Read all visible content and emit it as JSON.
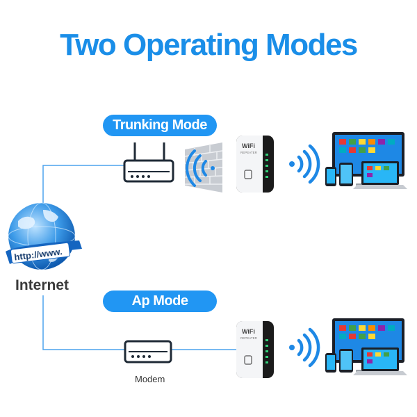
{
  "title": "Two Operating Modes",
  "modes": {
    "trunking": {
      "label": "Trunking Mode"
    },
    "ap": {
      "label": "Ap Mode"
    }
  },
  "internet": {
    "label": "Internet",
    "banner": "http://www."
  },
  "modem": {
    "label": "Modem"
  },
  "repeater": {
    "brand": "WiFi",
    "sub": "REPEATER"
  },
  "colors": {
    "accent": "#2196f3",
    "title": "#1a8ee8",
    "line": "#4da3ee",
    "device": "#1f2a36"
  }
}
